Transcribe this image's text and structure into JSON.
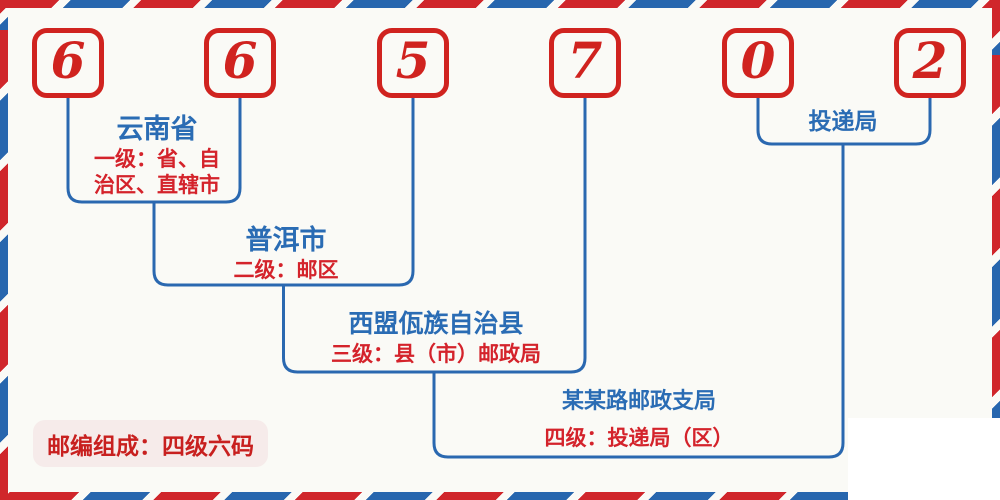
{
  "postal_code": "665702",
  "code_digits": [
    "6",
    "6",
    "5",
    "7",
    "0",
    "2"
  ],
  "levels": [
    {
      "title": "云南省",
      "desc_lines": [
        "一级：省、自",
        "治区、直辖市"
      ]
    },
    {
      "title": "普洱市",
      "desc_lines": [
        "二级：邮区"
      ]
    },
    {
      "title": "西盟佤族自治县",
      "desc_lines": [
        "三级：县（市）邮政局"
      ]
    },
    {
      "title": "某某路邮政支局",
      "desc_lines": [
        "四级：投递局（区）"
      ]
    },
    {
      "title": "投递局",
      "desc_lines": []
    }
  ],
  "badge": {
    "text": "邮编组成：四级六码"
  },
  "colors": {
    "stripe_red": "#d0262b",
    "stripe_blue": "#2766ae",
    "digit_red": "#d0231f",
    "line_blue": "#2a68b0",
    "title_blue": "#2a6cb4",
    "desc_red": "#d4232b",
    "badge_bg": "#f6ebea",
    "badge_text": "#c8201f",
    "background": "#fafaf6"
  }
}
